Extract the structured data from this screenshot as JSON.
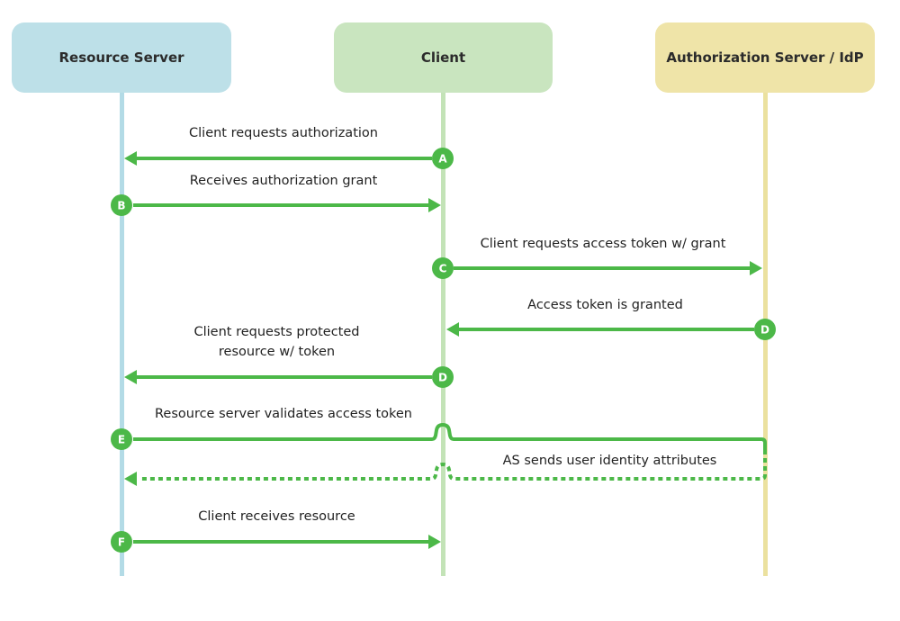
{
  "colors": {
    "resource": "#bde0e8",
    "client": "#c9e5bf",
    "auth": "#efe4a8",
    "lifeline_resource": "#b3dbe6",
    "lifeline_client": "#c3e3b7",
    "lifeline_auth": "#ebe19f",
    "arrow": "#4cb848"
  },
  "actors": {
    "resource": "Resource Server",
    "client": "Client",
    "auth": "Authorization Server / IdP"
  },
  "messages": [
    {
      "label": "Client requests authorization",
      "badge": "A"
    },
    {
      "label": "Receives authorization grant",
      "badge": "B"
    },
    {
      "label": "Client requests access token w/ grant",
      "badge": "C"
    },
    {
      "label": "Access token is granted",
      "badge": "D"
    },
    {
      "label_line1": "Client requests protected",
      "label_line2": "resource w/ token",
      "badge": "D"
    },
    {
      "label": "Resource server validates access token",
      "badge": "E"
    },
    {
      "label": "AS sends user identity attributes"
    },
    {
      "label": "Client receives resource",
      "badge": "F"
    }
  ]
}
